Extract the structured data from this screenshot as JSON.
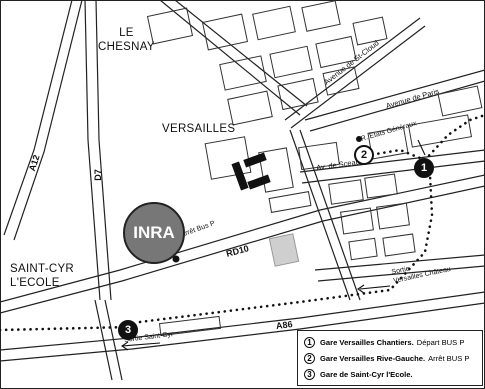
{
  "map": {
    "places": {
      "le_chesnay": "LE\nCHESNAY",
      "versailles": "VERSAILLES",
      "saint_cyr": "SAINT-CYR\nL'ECOLE"
    },
    "roads": {
      "a12": "A12",
      "d7": "D7",
      "rd10": "RD10",
      "a86": "A86",
      "av_st_cloud": "Avenue de St-Cloud",
      "av_paris": "Avenue de Paris",
      "r_etats": "R. Etats Généraux",
      "av_sceaux": "Av. de Sceaux"
    },
    "annotations": {
      "arret_bus": "Arrêt Bus P",
      "sortie_versailles": "Sortie\nVersailles Château",
      "sortie_saint_cyr": "Sortie Saint-Cyr"
    },
    "inra_label": "INRA",
    "markers": [
      {
        "num": "1"
      },
      {
        "num": "2"
      },
      {
        "num": "3"
      }
    ],
    "legend": [
      {
        "num": "1",
        "name": "Gare Versailles Chantiers.",
        "note": "Départ BUS P"
      },
      {
        "num": "2",
        "name": "Gare Versailles Rive-Gauche.",
        "note": "Arrêt BUS P"
      },
      {
        "num": "3",
        "name": "Gare de Saint-Cyr l'Ecole.",
        "note": ""
      }
    ]
  }
}
